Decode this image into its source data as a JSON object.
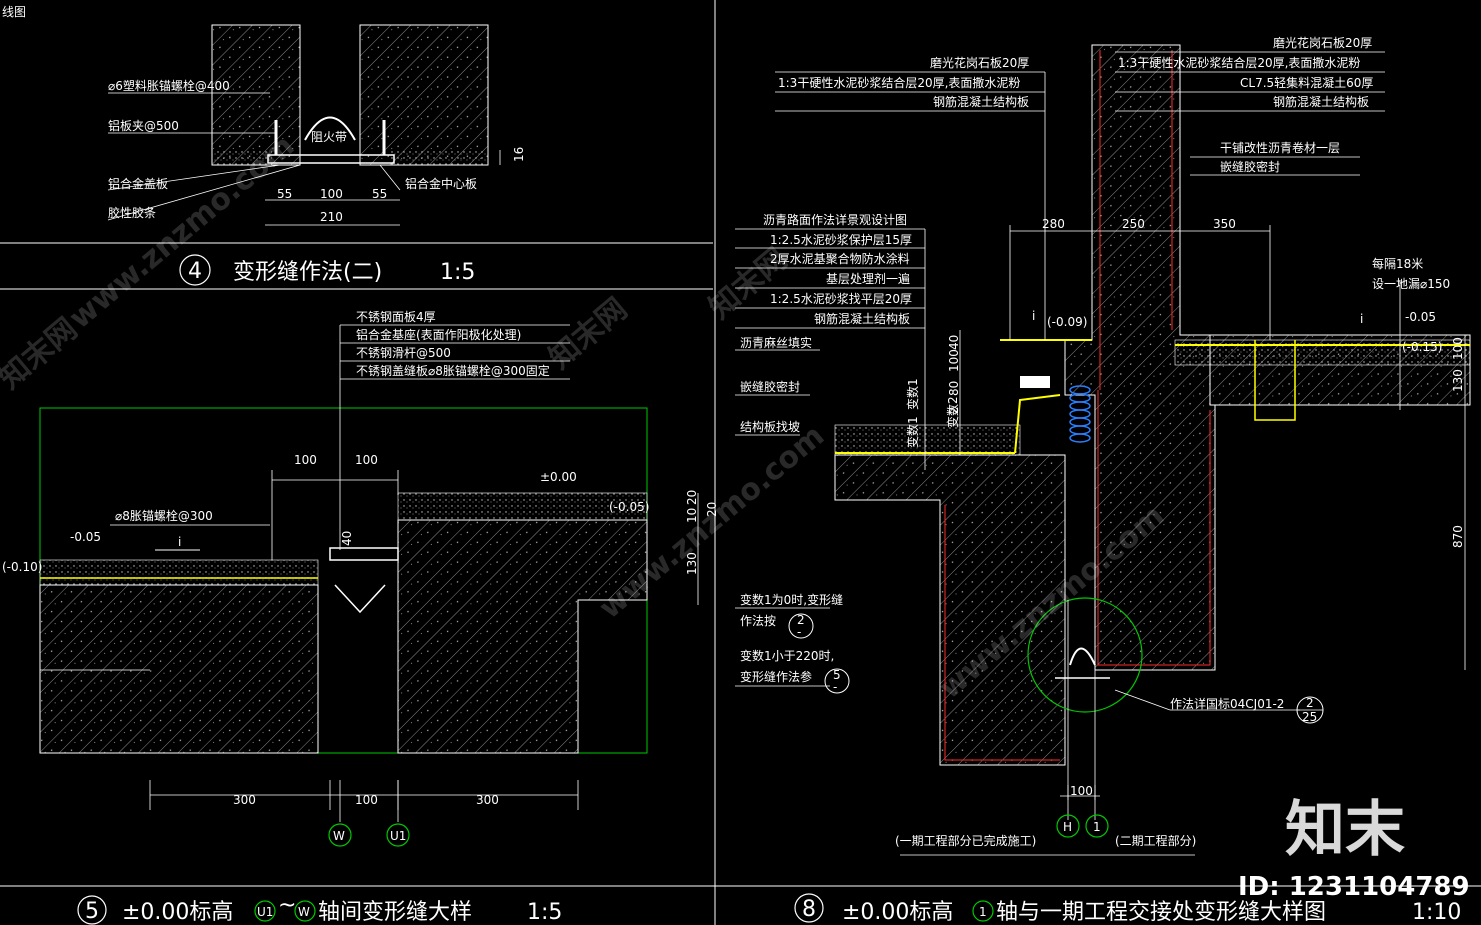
{
  "corner_label": "线图",
  "detail4": {
    "number": "4",
    "title": "变形缝作法(二)",
    "scale": "1:5",
    "labels": {
      "bolt": "⌀6塑料胀锚螺栓@400",
      "clip": "铝板夹@500",
      "plate": "铝合金盖板",
      "glue": "胶性胶条",
      "center": "铝合金中心板",
      "fire": "阻火带"
    },
    "dims": {
      "d55a": "55",
      "d100": "100",
      "d55b": "55",
      "d210": "210",
      "d16": "16"
    }
  },
  "detail5": {
    "number": "5",
    "title_prefix": "±0.00标高",
    "axis_a": "U1",
    "sep": "~",
    "axis_b": "W",
    "title_suffix": "轴间变形缝大样",
    "scale": "1:5",
    "layers": [
      "不锈钢面板4厚",
      "铝合金基座(表面作阳极化处理)",
      "不锈钢滑杆@500",
      "不锈钢盖缝板⌀8胀锚螺栓@300固定"
    ],
    "anchor_label": "⌀8胀锚螺栓@300",
    "levels": {
      "zero": "±0.00",
      "m005a": "(-0.05)",
      "m005b": "-0.05",
      "m010": "(-0.10)"
    },
    "slope": "i",
    "dims": {
      "t100a": "100",
      "t100b": "100",
      "b300a": "300",
      "b100": "100",
      "b300b": "300",
      "r20": "20",
      "r10": "10",
      "r20b": "20",
      "r130": "130",
      "c40": "40"
    },
    "axis_bottom_left": "W",
    "axis_bottom_right": "U1"
  },
  "detail8": {
    "number": "8",
    "title_prefix": "±0.00标高",
    "axis": "1",
    "title_suffix": "轴与一期工程交接处变形缝大样图",
    "scale": "1:10",
    "left_top_layers": [
      "磨光花岗石板20厚",
      "1:3干硬性水泥砂浆结合层20厚,表面撒水泥粉",
      "钢筋混凝土结构板"
    ],
    "right_top_layers": [
      "磨光花岗石板20厚",
      "1:3干硬性水泥砂浆结合层20厚,表面撒水泥粉",
      "CL7.5轻集料混凝土60厚",
      "钢筋混凝土结构板"
    ],
    "right_mid_layers": [
      "干铺改性沥青卷材一层",
      "嵌缝胶密封"
    ],
    "left_layers": [
      "沥青路面作法详景观设计图",
      "1:2.5水泥砂浆保护层15厚",
      "2厚水泥基聚合物防水涂料",
      "基层处理剂一遍",
      "1:2.5水泥砂浆找平层20厚",
      "钢筋混凝土结构板"
    ],
    "left_notes": [
      "沥青麻丝填实",
      "嵌缝胶密封",
      "结构板找坡"
    ],
    "var_labels": [
      "变数1",
      "变数2",
      "变数1"
    ],
    "drain_note": [
      "每隔18米",
      "设一地漏⌀150"
    ],
    "levels": {
      "m009": "(-0.09)",
      "m005": "-0.05",
      "m015": "(-0.15)"
    },
    "slope": "i",
    "dims": {
      "d280": "280",
      "d250": "250",
      "d350": "350",
      "d40": "40",
      "d100": "100",
      "d80": "80",
      "d2": "2",
      "r100": "100",
      "r130": "130",
      "r870": "870",
      "b100": "100"
    },
    "note_a": [
      "变数1为0时,变形缝",
      "作法按"
    ],
    "ref_a": {
      "top": "2",
      "bottom": "-"
    },
    "note_b": [
      "变数1小于220时,",
      "变形缝作法参"
    ],
    "ref_b": {
      "top": "5",
      "bottom": "-"
    },
    "std_note": "作法详国标04CJ01-2",
    "ref_c": {
      "top": "2",
      "bottom": "25"
    },
    "axis_left": "H",
    "axis_right": "1",
    "phase1": "(一期工程部分已完成施工)",
    "phase2": "(二期工程部分)"
  },
  "watermarks": {
    "brand_cn": "知末",
    "brand_net": "知末网",
    "url": "www.znzmo.com",
    "id": "ID: 1231104789"
  },
  "colors": {
    "line": "#ffffff",
    "frame": "#00c800",
    "hatch": "#c8c8c8",
    "red": "#ff2a2a",
    "yellow": "#ffff00",
    "blue": "#2a7fff"
  }
}
